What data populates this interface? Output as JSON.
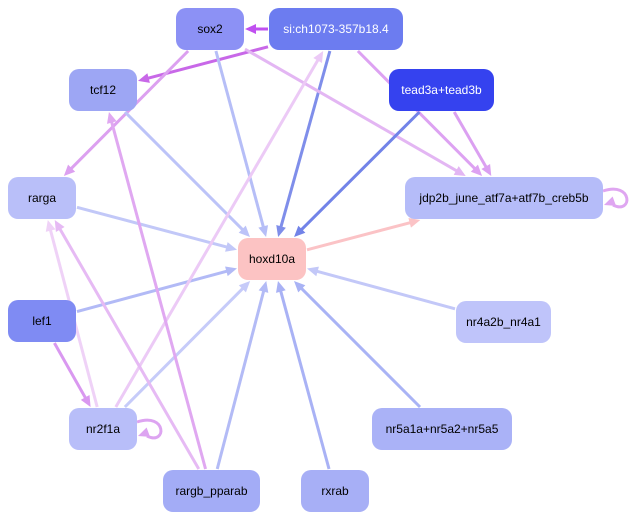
{
  "nodes": [
    {
      "id": "sox2",
      "label": "sox2",
      "fill": "#8c91f5",
      "text": "#000000"
    },
    {
      "id": "si",
      "label": "si:ch1073-357b18.4",
      "fill": "#6c7cf0",
      "text": "#ffffff"
    },
    {
      "id": "tcf12",
      "label": "tcf12",
      "fill": "#9da6f4",
      "text": "#000000"
    },
    {
      "id": "tead3a",
      "label": "tead3a+tead3b",
      "fill": "#3542ef",
      "text": "#ffffff"
    },
    {
      "id": "rarga",
      "label": "rarga",
      "fill": "#b9bff9",
      "text": "#000000"
    },
    {
      "id": "jdp2b",
      "label": "jdp2b_june_atf7a+atf7b_creb5b",
      "fill": "#b5bcf9",
      "text": "#000000"
    },
    {
      "id": "hoxd10a",
      "label": "hoxd10a",
      "fill": "#fcc3c3",
      "text": "#000000"
    },
    {
      "id": "lef1",
      "label": "lef1",
      "fill": "#7f8bf3",
      "text": "#000000"
    },
    {
      "id": "nr4a2b",
      "label": "nr4a2b_nr4a1",
      "fill": "#bfc4fa",
      "text": "#000000"
    },
    {
      "id": "nr2f1a",
      "label": "nr2f1a",
      "fill": "#b8bef9",
      "text": "#000000"
    },
    {
      "id": "nr5a1a",
      "label": "nr5a1a+nr5a2+nr5a5",
      "fill": "#aab2f7",
      "text": "#000000"
    },
    {
      "id": "rargb",
      "label": "rargb_pparab",
      "fill": "#a3acf6",
      "text": "#000000"
    },
    {
      "id": "rxrab",
      "label": "rxrab",
      "fill": "#a7aff6",
      "text": "#000000"
    }
  ],
  "edges": [
    {
      "from": "si",
      "to": "sox2",
      "color": "#c050f0"
    },
    {
      "from": "si",
      "to": "tcf12",
      "color": "#c868e8"
    },
    {
      "from": "si",
      "to": "hoxd10a",
      "color": "#7f8eea"
    },
    {
      "from": "si",
      "to": "jdp2b",
      "color": "#dda2f2"
    },
    {
      "from": "sox2",
      "to": "rarga",
      "color": "#dca0f0"
    },
    {
      "from": "sox2",
      "to": "hoxd10a",
      "color": "#b6bef7"
    },
    {
      "from": "sox2",
      "to": "jdp2b",
      "color": "#e3b6f3"
    },
    {
      "from": "tcf12",
      "to": "hoxd10a",
      "color": "#bcc3f8"
    },
    {
      "from": "tead3a",
      "to": "hoxd10a",
      "color": "#7283e8"
    },
    {
      "from": "tead3a",
      "to": "jdp2b",
      "color": "#dba0f1"
    },
    {
      "from": "rarga",
      "to": "hoxd10a",
      "color": "#c2c8f8"
    },
    {
      "from": "hoxd10a",
      "to": "jdp2b",
      "color": "#fbc3c6"
    },
    {
      "from": "jdp2b",
      "to": "jdp2b",
      "color": "#dfa6f1",
      "self": true
    },
    {
      "from": "lef1",
      "to": "hoxd10a",
      "color": "#b2baf6"
    },
    {
      "from": "lef1",
      "to": "nr2f1a",
      "color": "#d998f0"
    },
    {
      "from": "nr4a2b",
      "to": "hoxd10a",
      "color": "#c3c8f8"
    },
    {
      "from": "nr2f1a",
      "to": "hoxd10a",
      "color": "#c6cbf9"
    },
    {
      "from": "nr2f1a",
      "to": "si",
      "color": "#eccaf6"
    },
    {
      "from": "nr2f1a",
      "to": "rarga",
      "color": "#efd2f7"
    },
    {
      "from": "nr2f1a",
      "to": "nr2f1a",
      "color": "#dda4f1",
      "self": true
    },
    {
      "from": "nr5a1a",
      "to": "hoxd10a",
      "color": "#a9b3f5"
    },
    {
      "from": "rargb",
      "to": "hoxd10a",
      "color": "#b3bbf6"
    },
    {
      "from": "rargb",
      "to": "tcf12",
      "color": "#e0a8f1"
    },
    {
      "from": "rargb",
      "to": "rarga",
      "color": "#e6baf4"
    },
    {
      "from": "rxrab",
      "to": "hoxd10a",
      "color": "#a9b2f5"
    }
  ]
}
